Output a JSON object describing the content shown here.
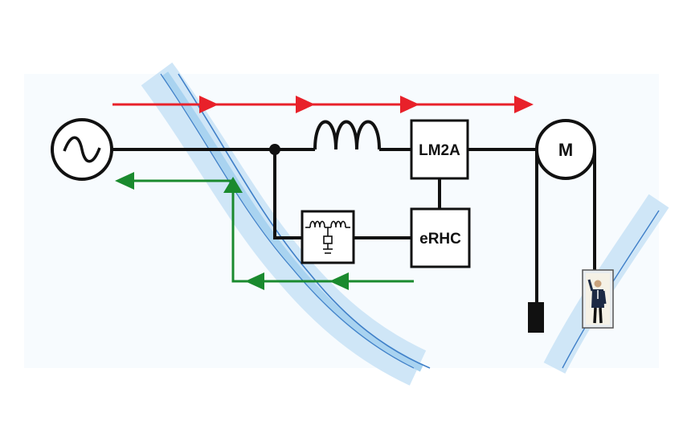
{
  "diagram": {
    "blocks": {
      "lm2a": "LM2A",
      "erhc": "eRHC",
      "motor": "M"
    },
    "colors": {
      "line": "#111111",
      "forward_flow": "#e8212a",
      "regen_flow": "#1a8a2e",
      "wave_light": "#cfe6f7",
      "wave_mid": "#a9d3f0",
      "wave_dark": "#3f7fc8",
      "background_panel": "#f7fbfe"
    },
    "icons": [
      "ac-source-icon",
      "inductor-icon",
      "filter-icon",
      "motor-icon",
      "counterweight-icon",
      "elevator-car-icon",
      "passenger-icon"
    ]
  }
}
